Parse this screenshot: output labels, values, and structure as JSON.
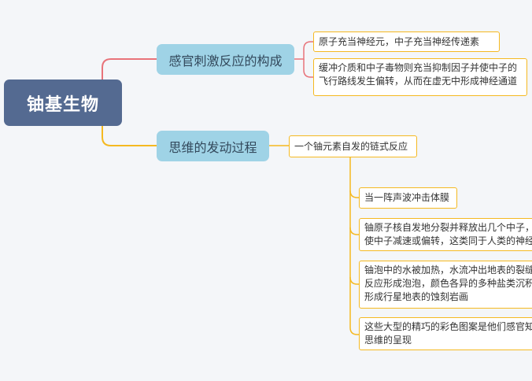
{
  "colors": {
    "background": "#f4f6f9",
    "root_fill": "#546a91",
    "branch_fill": "#9fd3e6",
    "leaf_border": "#f5b921",
    "connector_red": "#e8737a",
    "connector_yellow": "#f5b921"
  },
  "mindmap": {
    "root": "铀基生物",
    "branches": [
      {
        "label": "感官刺激反应的构成",
        "children": [
          {
            "lines": [
              "原子充当神经元，中子充当神经传递素"
            ]
          },
          {
            "lines": [
              "缓冲介质和中子毒物则充当抑制因子并使中子的",
              "飞行路线发生偏转，从而在虚无中形成神经通道"
            ]
          }
        ]
      },
      {
        "label": "思维的发动过程",
        "child": "一个铀元素自发的链式反应",
        "subchildren": [
          {
            "lines": [
              "当一阵声波冲击体膜"
            ]
          },
          {
            "lines": [
              "铀原子核自发地分裂并释放出几个中子，",
              "使中子减速或偏转，这类同于人类的神经"
            ]
          },
          {
            "lines": [
              "铀泡中的水被加热，水流冲出地表的裂缝，",
              "反应形成泡泡，颜色各异的多种盐类沉积",
              "形成行星地表的蚀刻岩画"
            ]
          },
          {
            "lines": [
              "这些大型的精巧的彩色图案是他们感官知觉",
              "思维的呈现"
            ]
          }
        ]
      }
    ]
  }
}
